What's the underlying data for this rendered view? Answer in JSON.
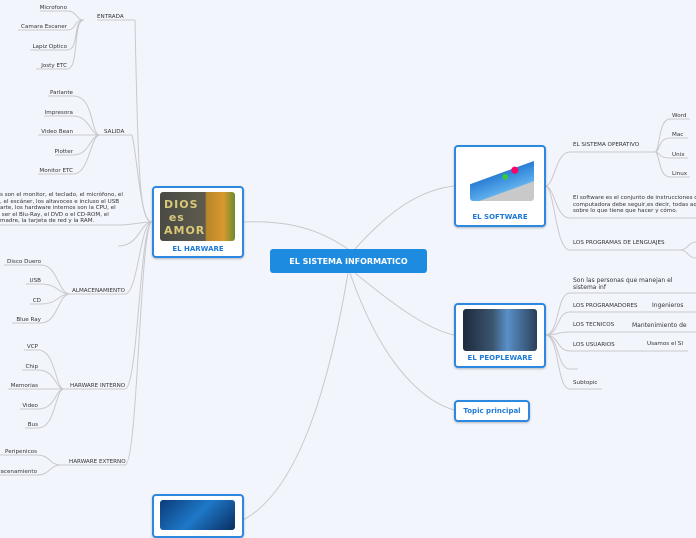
{
  "central": {
    "title": "EL SISTEMA INFORMATICO"
  },
  "hardware": {
    "title": "EL HARWARE",
    "image_text": "DIOS ES AMOR",
    "entrada": {
      "label": "ENTRADA",
      "items": [
        "Microfono",
        "Camara Escaner",
        "Lapiz Optico",
        "Josty  ETC"
      ]
    },
    "salida": {
      "label": "SALIDA",
      "items": [
        "Parlante",
        "Impresora",
        "Video Bean",
        "Plotter",
        "Monitor  ETC"
      ]
    },
    "description": "s son el monitor, el teclado, el micrófono, el\n, el escáner, los altavoces e incluso el USB\narte, los hardware internos son la CPU, el\n ser el Blu-Ray, el DVD o el CD-ROM, el\nmadre, la tarjeta de red y la RAM.",
    "almacenamiento": {
      "label": "ALMACENAMIENTO",
      "items": [
        "Disco Duero",
        "USB",
        "CD",
        "Blue Ray"
      ]
    },
    "interno": {
      "label": "HARWARE INTERNO",
      "items": [
        "VCP",
        "Chip",
        "Memorias",
        "Video",
        "Bus"
      ]
    },
    "externo": {
      "label": "HARWARE EXTERNO",
      "items": [
        "Peripenicos",
        "racenamiento"
      ]
    }
  },
  "software": {
    "title": "EL SOFTWARE",
    "so": {
      "label": "EL SISTEMA OPERATIVO",
      "items": [
        "Word",
        "Mac",
        "Unix",
        "Linux"
      ]
    },
    "description": "El software es el conjunto de instrucciones q\ncomputadora debe seguir,es decir, todas aqu\nsobre lo que tiene que hacer y cómo.",
    "lenguajes": "LOS PROGRAMAS DE LENGUAJES"
  },
  "peopleware": {
    "title": "EL PEOPLEWARE",
    "description": "Son las personas que manejan el sistema inf",
    "programadores": {
      "label": "LOS PROGRAMADORES",
      "child": "Ingenieros"
    },
    "tecnicos": {
      "label": "LOS TECNICOS",
      "child": "Mantenimiento de"
    },
    "usuarios": {
      "label": "LOS USUARIOS",
      "child": "Usamos el SI"
    },
    "subtopic": "Subtopic"
  },
  "topic_principal": "Topic principal",
  "colors": {
    "accent": "#1d8be0",
    "line": "#c8c8cc",
    "background": "#f3f5fd"
  }
}
